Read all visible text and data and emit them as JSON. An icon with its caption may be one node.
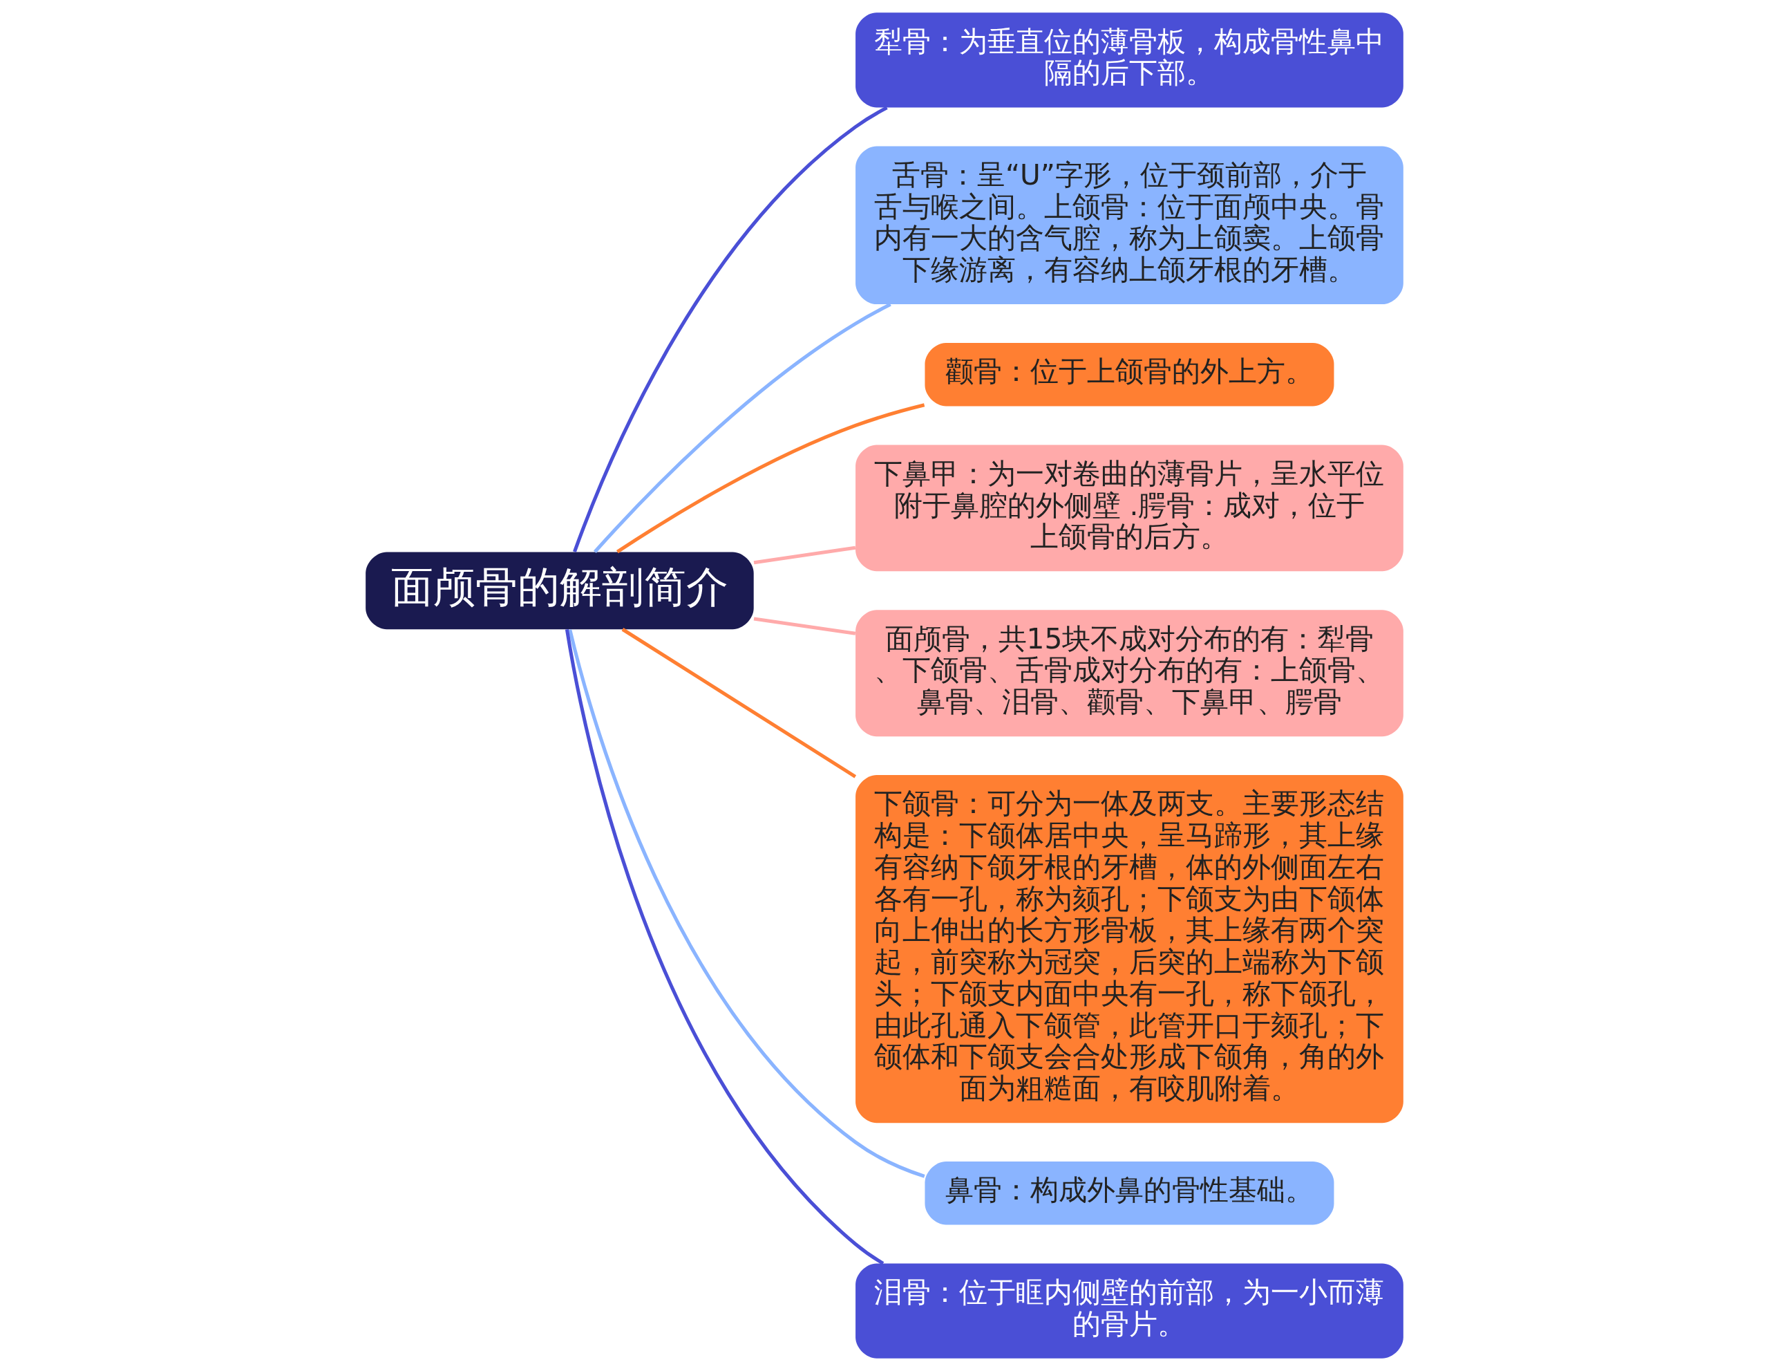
{
  "diagram": {
    "nodes": [
      {
        "text": [
          "面颅骨的解剖简介"
        ]
      },
      {
        "text": [
          "犁骨：为垂直位的薄骨板，构成骨性鼻中隔的后下部。"
        ]
      },
      {
        "text": [
          "舌骨：呈“U”字形，位于颈前部，介于舌与喉之间。上颌骨：位于面颅中央。骨内有一大的含气腔，称为上颌窦。上颌骨下缘游离，有容纳上颌牙根的牙槽。"
        ]
      },
      {
        "text": [
          "颧骨：位于上颌骨的外上方。"
        ]
      },
      {
        "text": [
          "下鼻甲：为一对卷曲的薄骨片，呈水平位附于鼻腔的外侧壁 .腭骨：成对，位于上颌骨的后方。"
        ]
      },
      {
        "text": [
          "面颅骨，共15块不成对分布的有：犁骨、下颌骨、舌骨成对分布的有：上颌骨、鼻骨、泪骨、颧骨、下鼻甲、腭骨"
        ]
      },
      {
        "text": [
          "下颌骨：可分为一体及两支。主要形态结构是：下颌体居中央，呈马蹄形，其上缘有容纳下颌牙根的牙槽，体的外侧面左右各有一孔，称为颏孔；下颌支为由下颌体向上伸出的长方形骨板，其上缘有两个突起，前突称为冠突，后突的上端称为下颌头；下颌支内面中央有一孔，称下颌孔，由此孔通入下颌管，此管开口于颏孔；下颌体和下颌支会合处形成下颌角，角的外面为粗糙面，有咬肌附着。"
        ]
      },
      {
        "text": [
          "鼻骨：构成外鼻的骨性基础。"
        ]
      },
      {
        "text": [
          "泪骨：位于眶内侧壁的前部，为一小而薄的骨片。"
        ]
      }
    ],
    "edges": [
      {
        "from": 0,
        "to": 1,
        "arrow": "none",
        "color": "#4a4fd6"
      },
      {
        "from": 0,
        "to": 2,
        "arrow": "none",
        "color": "#8ab4ff"
      },
      {
        "from": 0,
        "to": 3,
        "arrow": "none",
        "color": "#ff7f32"
      },
      {
        "from": 0,
        "to": 4,
        "arrow": "none",
        "color": "#ffaaaa"
      },
      {
        "from": 0,
        "to": 5,
        "arrow": "none",
        "color": "#ffaaaa"
      },
      {
        "from": 0,
        "to": 6,
        "arrow": "none",
        "color": "#ff7f32"
      },
      {
        "from": 0,
        "to": 7,
        "arrow": "none",
        "color": "#8ab4ff"
      },
      {
        "from": 0,
        "to": 8,
        "arrow": "none",
        "color": "#4a4fd6"
      }
    ]
  }
}
